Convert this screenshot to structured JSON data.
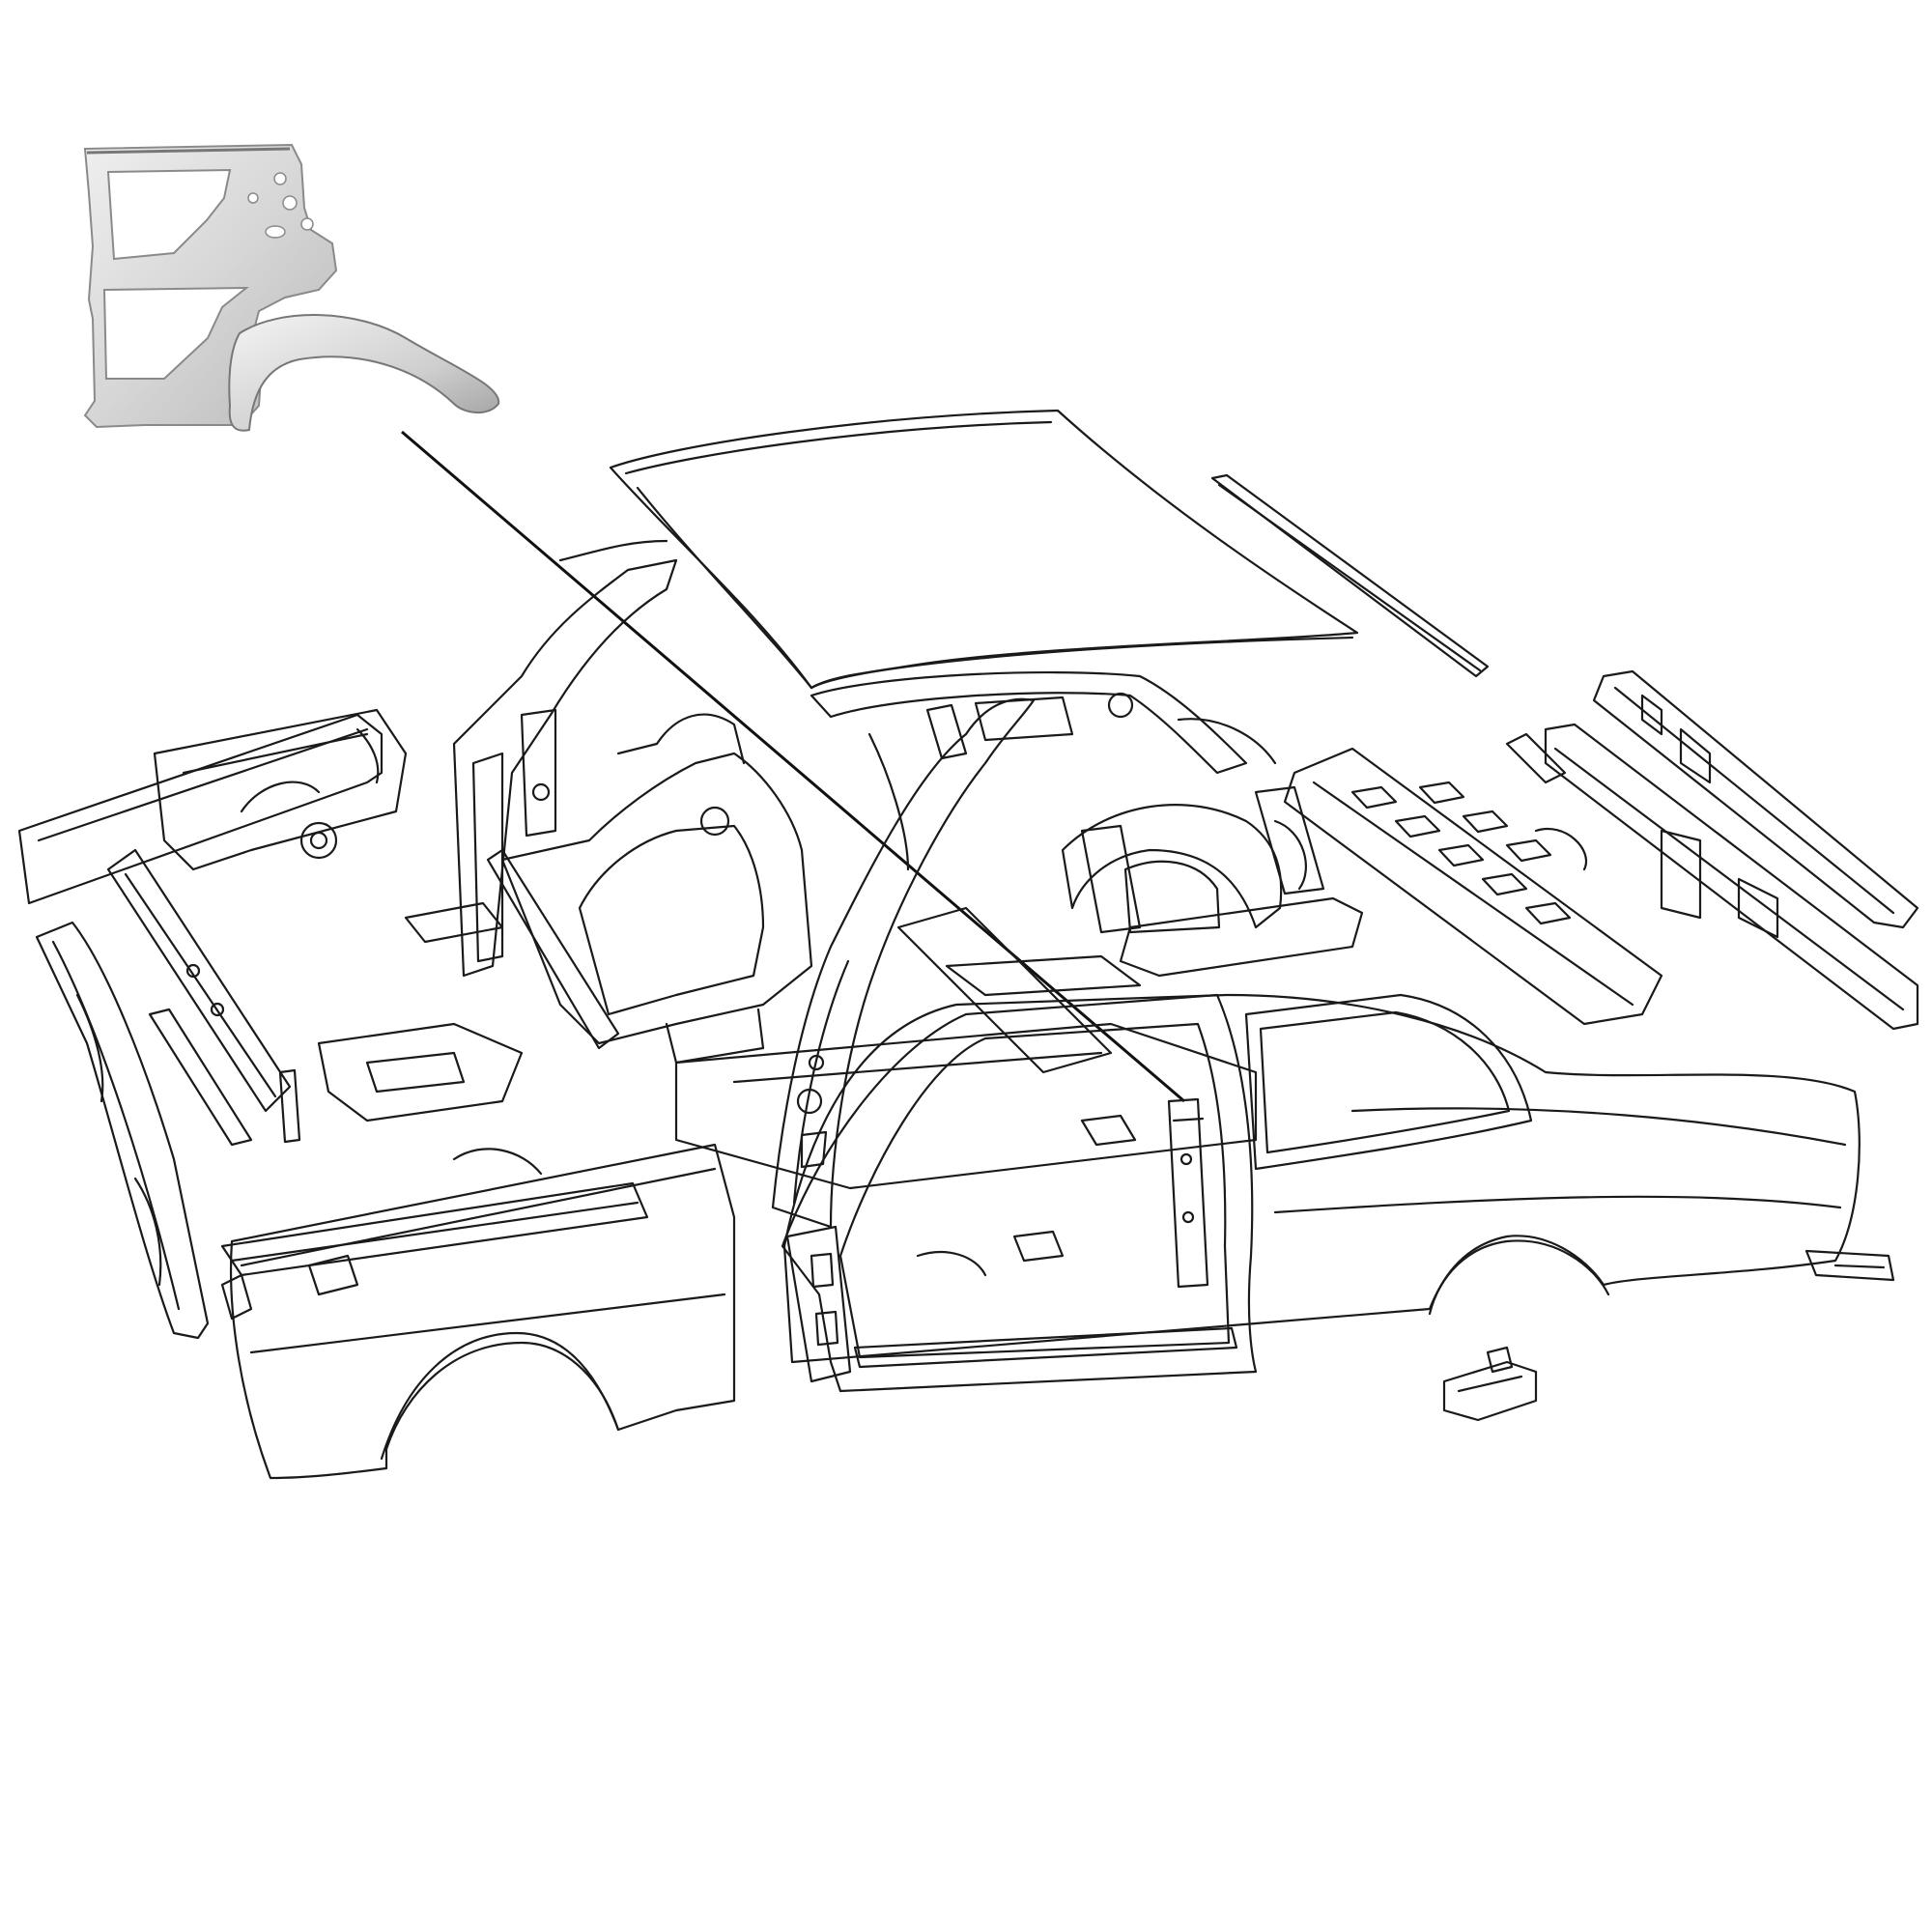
{
  "diagram": {
    "type": "exploded-body-shell-line-drawing",
    "line_color": "#1a1a1a",
    "panel_fill": "#d9d9d9",
    "panel_shade": "#bdbdbd",
    "panel_highlight": "#f2f2f2",
    "callout_color": "#111111",
    "inset_part": "rear-quarter-panel-photo",
    "callout_target": "rear-quarter-panel"
  }
}
